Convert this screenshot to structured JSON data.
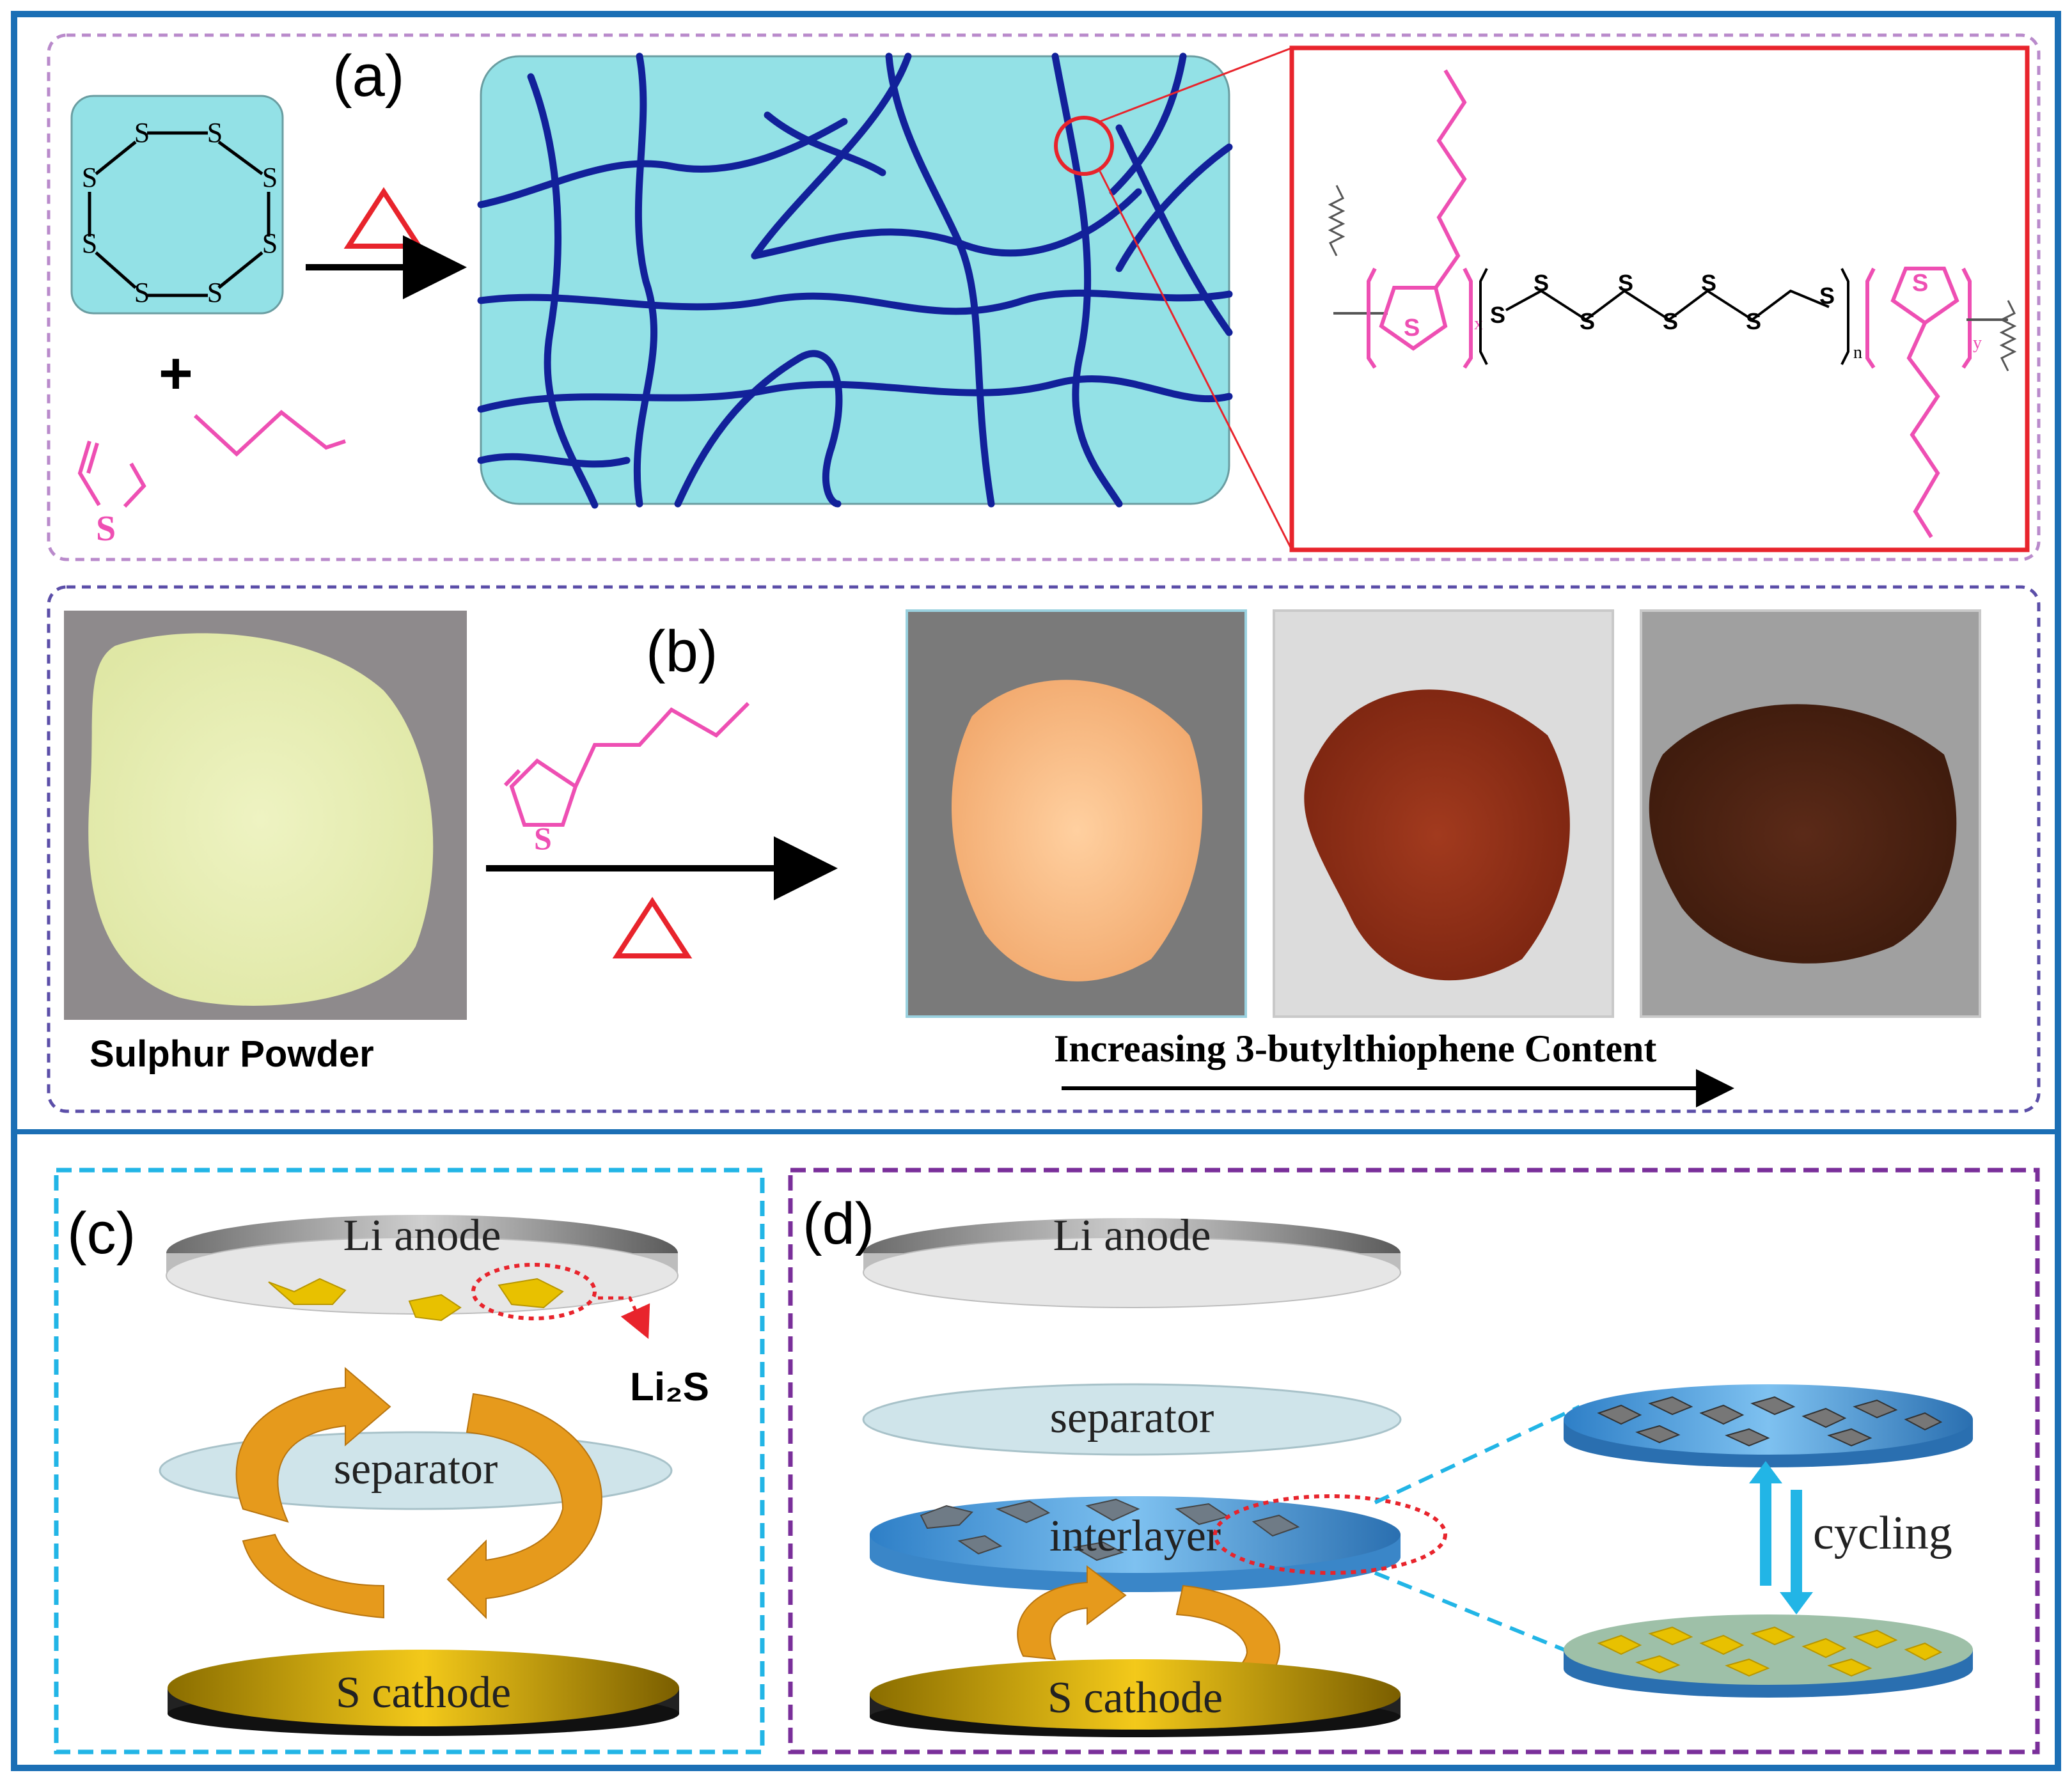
{
  "panels": {
    "a": {
      "label": "(a)",
      "heat_symbol": "Δ",
      "plus": "+",
      "s8_atoms": [
        "S",
        "S",
        "S",
        "S",
        "S",
        "S",
        "S",
        "S"
      ],
      "thiophene_s": "S",
      "polymer": {
        "thiophene_s": "S",
        "sub_x": "x",
        "sub_n": "n",
        "sub_y": "y",
        "chain_atoms": [
          "S",
          "S",
          "S",
          "S",
          "S",
          "S",
          "S",
          "S"
        ]
      }
    },
    "b": {
      "label": "(b)",
      "sulphur_caption": "Sulphur Powder",
      "thiophene_s": "S",
      "heat_symbol": "Δ",
      "increasing_caption": "Increasing 3-butylthiophene Content"
    },
    "c": {
      "label": "(c)",
      "li_anode": "Li anode",
      "li2s": "Li₂S",
      "separator": "separator",
      "s_cathode": "S cathode"
    },
    "d": {
      "label": "(d)",
      "li_anode": "Li anode",
      "separator": "separator",
      "interlayer": "interlayer",
      "s_cathode": "S cathode",
      "cycling": "cycling"
    }
  },
  "colors": {
    "outer_frame": "#1b6fb5",
    "panel_a_dash": "#b98acb",
    "panel_b_dash": "#5b4ea8",
    "panel_c_dash": "#22b5e6",
    "panel_d_dash": "#7a2f9a",
    "cyan_fill": "#93e1e6",
    "network_blue": "#12219a",
    "magenta": "#ee4fb3",
    "red": "#e8242c",
    "gold": "#e8b800",
    "orange_arrow": "#e69a1c",
    "interlayer_blue": "#5aa9e6",
    "cycling_arrow": "#22b5e6"
  }
}
